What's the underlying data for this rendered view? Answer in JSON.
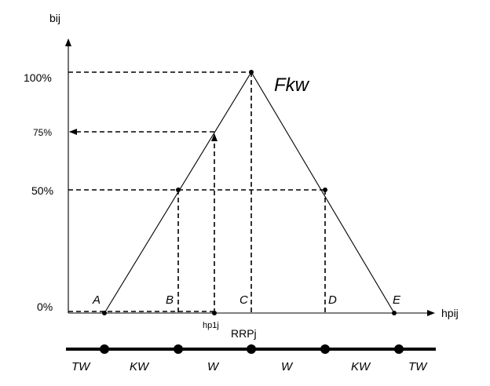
{
  "axes": {
    "y_label": "bij",
    "x_label": "hpij"
  },
  "y_ticks": {
    "t100": "100%",
    "t75": "75%",
    "t50": "50%",
    "t0": "0%"
  },
  "title": "Fkw",
  "points": {
    "A": "A",
    "B": "B",
    "C": "C",
    "D": "D",
    "E": "E"
  },
  "x_markers": {
    "hp1j": "hp1j",
    "rrpj": "RRPj"
  },
  "zones": [
    "TW",
    "KW",
    "W",
    "W",
    "KW",
    "TW"
  ]
}
